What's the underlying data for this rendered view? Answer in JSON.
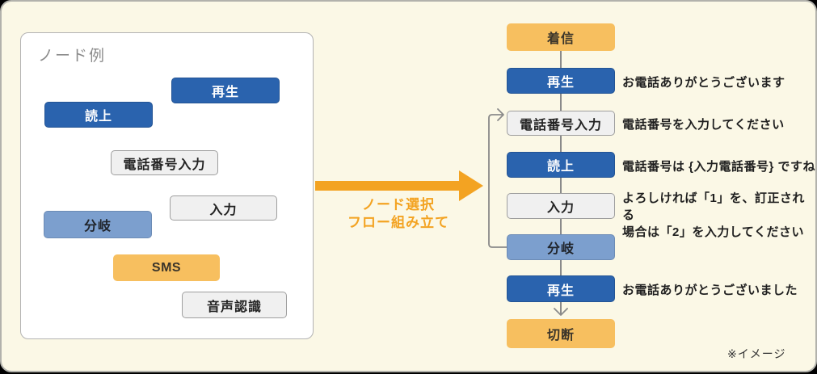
{
  "left_panel": {
    "title": "ノード例",
    "nodes": [
      {
        "label": "再生",
        "type": "blue"
      },
      {
        "label": "読上",
        "type": "blue"
      },
      {
        "label": "電話番号入力",
        "type": "gray"
      },
      {
        "label": "入力",
        "type": "gray"
      },
      {
        "label": "分岐",
        "type": "lightblue"
      },
      {
        "label": "SMS",
        "type": "orange"
      },
      {
        "label": "音声認識",
        "type": "gray"
      }
    ]
  },
  "transition": {
    "line1": "ノード選択",
    "line2": "フロー組み立て"
  },
  "flow": {
    "nodes": [
      {
        "label": "着信",
        "type": "orange",
        "note": ""
      },
      {
        "label": "再生",
        "type": "blue",
        "note": "お電話ありがとうございます"
      },
      {
        "label": "電話番号入力",
        "type": "gray",
        "note": "電話番号を入力してください"
      },
      {
        "label": "読上",
        "type": "blue",
        "note": "電話番号は {入力電話番号} ですね"
      },
      {
        "label": "入力",
        "type": "gray",
        "note": "よろしければ「1」を、訂正される\n場合は「2」を入力してください"
      },
      {
        "label": "分岐",
        "type": "lightblue",
        "note": ""
      },
      {
        "label": "再生",
        "type": "blue",
        "note": "お電話ありがとうございました"
      },
      {
        "label": "切断",
        "type": "orange",
        "note": ""
      }
    ],
    "footnote": "※イメージ"
  },
  "colors": {
    "background": "#fbf8e6",
    "blue": "#2a63ae",
    "light-blue": "#7c9fce",
    "orange": "#f7bf5f",
    "gray-node": "#f0f0f0",
    "arrow-orange": "#f3a322",
    "connector": "#8a8a8a"
  }
}
